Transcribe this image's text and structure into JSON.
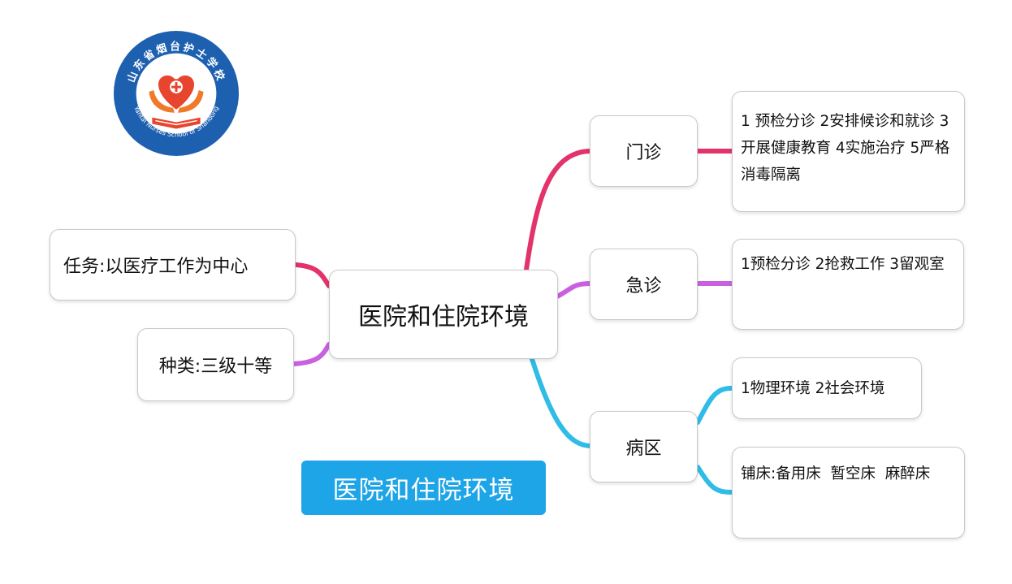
{
  "logo": {
    "text_cn": "山东省烟台护士学校",
    "text_en": "Yantai Nurses School of Shandong"
  },
  "center": {
    "label": "医院和住院环境"
  },
  "left": [
    {
      "label": "任务:以医疗工作为中心"
    },
    {
      "label": "种类:三级十等"
    }
  ],
  "branches": [
    {
      "label": "门诊",
      "color": "#e2336b",
      "details": [
        "1 预检分诊 2安排候诊和就诊 3开展健康教育 4实施治疗 5严格消毒隔离"
      ]
    },
    {
      "label": "急诊",
      "color": "#c860e0",
      "details": [
        "1预检分诊 2抢救工作 3留观室"
      ]
    },
    {
      "label": "病区",
      "color": "#2fbce6",
      "details": [
        "1物理环境 2社会环境",
        "铺床:备用床  暂空床  麻醉床"
      ]
    }
  ],
  "left_link_colors": [
    "#e2336b",
    "#c860e0"
  ],
  "caption": {
    "label": "医院和住院环境",
    "color": "#1ea5e8"
  }
}
